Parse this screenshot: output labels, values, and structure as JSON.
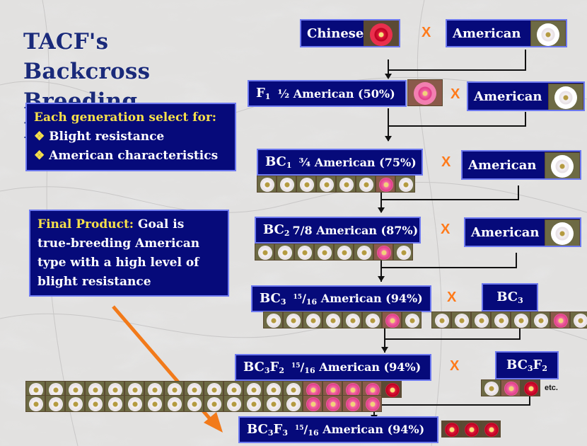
{
  "title_line1": "TACF's Backcross",
  "title_line2": "Breeding Program",
  "select_box": {
    "heading": "Each generation select for:",
    "bullet": "❖",
    "items": [
      "Blight resistance",
      "American characteristics"
    ]
  },
  "final_box": {
    "heading": "Final Product:",
    "text": " Goal is true-breeding American type with a high level of blight resistance"
  },
  "cross_symbol": "X",
  "etc_label": "etc.",
  "nodes": {
    "chinese": "Chinese",
    "american": "American",
    "f1": {
      "gen": "F",
      "sub": "1",
      "pct": "½ American (50%)"
    },
    "bc1": {
      "gen": "BC",
      "sub": "1",
      "pct": "¾ American (75%)"
    },
    "bc2": {
      "gen": "BC",
      "sub": "2",
      "pct": "7/8 American (87%)"
    },
    "bc3": {
      "gen": "BC",
      "sub": "3",
      "frac_num": "15",
      "frac_den": "16",
      "pct": "American (94%)"
    },
    "bc3_right": {
      "gen": "BC",
      "sub": "3"
    },
    "bc3f2": {
      "gen": "BC",
      "sub": "3",
      "gen2": "F",
      "sub2": "2",
      "frac_num": "15",
      "frac_den": "16",
      "pct": "American (94%)"
    },
    "bc3f2_right": {
      "gen": "BC",
      "sub": "3",
      "gen2": "F",
      "sub2": "2"
    },
    "bc3f3": {
      "gen": "BC",
      "sub": "3",
      "gen2": "F",
      "sub2": "3",
      "frac_num": "15",
      "frac_den": "16",
      "pct": "American (94%)"
    }
  },
  "colors": {
    "box_fill": "#060a7a",
    "box_border": "#6d79f0",
    "title": "#1a2a7a",
    "highlight": "#f7e04a",
    "cross": "#ff7a1a",
    "arrow": "#f27a1a"
  }
}
